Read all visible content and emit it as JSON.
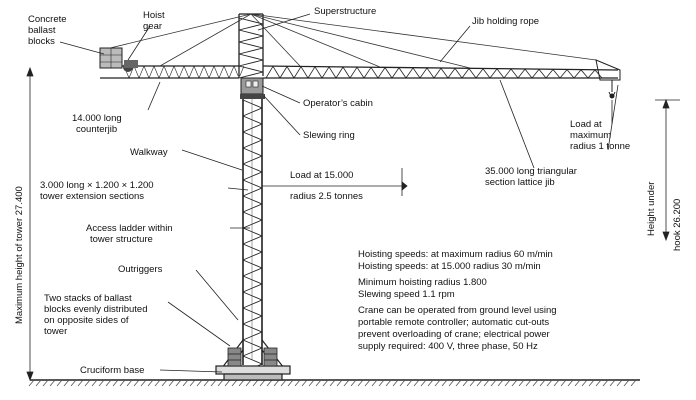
{
  "labels": {
    "concrete_ballast_1": "Concrete",
    "concrete_ballast_2": "ballast",
    "concrete_ballast_3": "blocks",
    "hoist_gear_1": "Hoist",
    "hoist_gear_2": "gear",
    "superstructure": "Superstructure",
    "jib_holding_rope": "Jib holding rope",
    "operators_cabin": "Operator’s cabin",
    "slewing_ring": "Slewing ring",
    "counterjib_1": "14.000 long",
    "counterjib_2": "counterjib",
    "walkway": "Walkway",
    "load_max_1": "Load at",
    "load_max_2": "maximum",
    "load_max_3": "radius 1 tonne",
    "tower_sections_1": "3.000 long × 1.200 × 1.200",
    "tower_sections_2": "tower extension sections",
    "load_15_1": "Load at 15.000",
    "load_15_2": "radius 2.5 tonnes",
    "lattice_jib_1": "35.000 long triangular",
    "lattice_jib_2": "section lattice jib",
    "height_under_hook_1": "Height under",
    "height_under_hook_2": "hook 26.200",
    "access_ladder_1": "Access ladder within",
    "access_ladder_2": "tower structure",
    "outriggers": "Outriggers",
    "max_height": "Maximum height of tower 27.400",
    "ballast_stacks_1": "Two stacks of ballast",
    "ballast_stacks_2": "blocks evenly distributed",
    "ballast_stacks_3": "on opposite sides of",
    "ballast_stacks_4": "tower",
    "cruciform_base": "Cruciform base"
  },
  "specs": {
    "line1": "Hoisting speeds: at maximum radius 60 m/min",
    "line2": "Hoisting speeds: at 15.000 radius 30 m/min",
    "line3": "Minimum hoisting radius 1.800",
    "line4": "Slewing speed 1.1 rpm",
    "line5": "Crane can be operated from ground level using",
    "line6": "portable remote controller; automatic cut-outs",
    "line7": "prevent overloading of crane; electrical power",
    "line8": "supply required: 400 V, three phase, 50 Hz"
  }
}
